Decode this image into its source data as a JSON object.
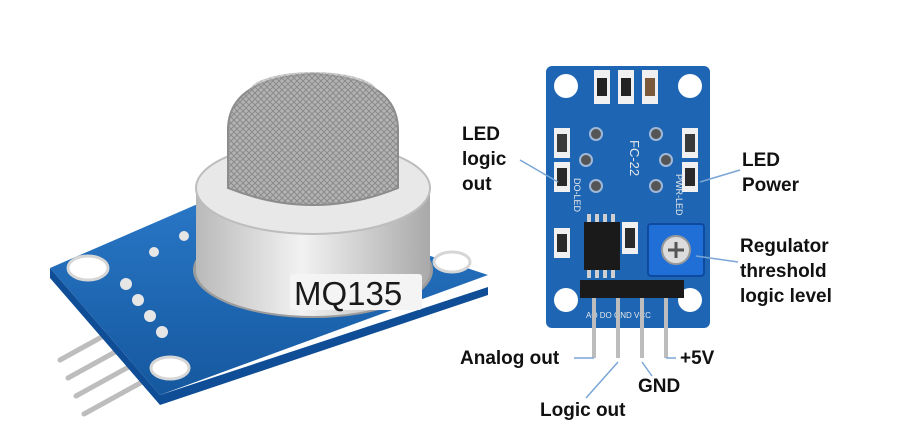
{
  "sensor_text": "MQ135",
  "board_silk": {
    "model": "FC-22",
    "do_led": "DO-LED",
    "pwr_led": "PWR-LED",
    "pins": "AO DO GND VCC"
  },
  "labels": {
    "led_logic_out": [
      "LED",
      "logic",
      "out"
    ],
    "led_power": [
      "LED",
      "Power"
    ],
    "regulator": [
      "Regulator",
      "threshold",
      "logic level"
    ],
    "analog_out": "Analog out",
    "plus5v": "+5V",
    "gnd": "GND",
    "logic_out": "Logic out"
  },
  "colors": {
    "pcb": "#1e66b4",
    "pcb_dark": "#0f4e96",
    "mesh": "#a8a8a8",
    "metal": "#d9d9d9",
    "pot": "#1f6fd6",
    "pointer": "#7aa6d6"
  }
}
